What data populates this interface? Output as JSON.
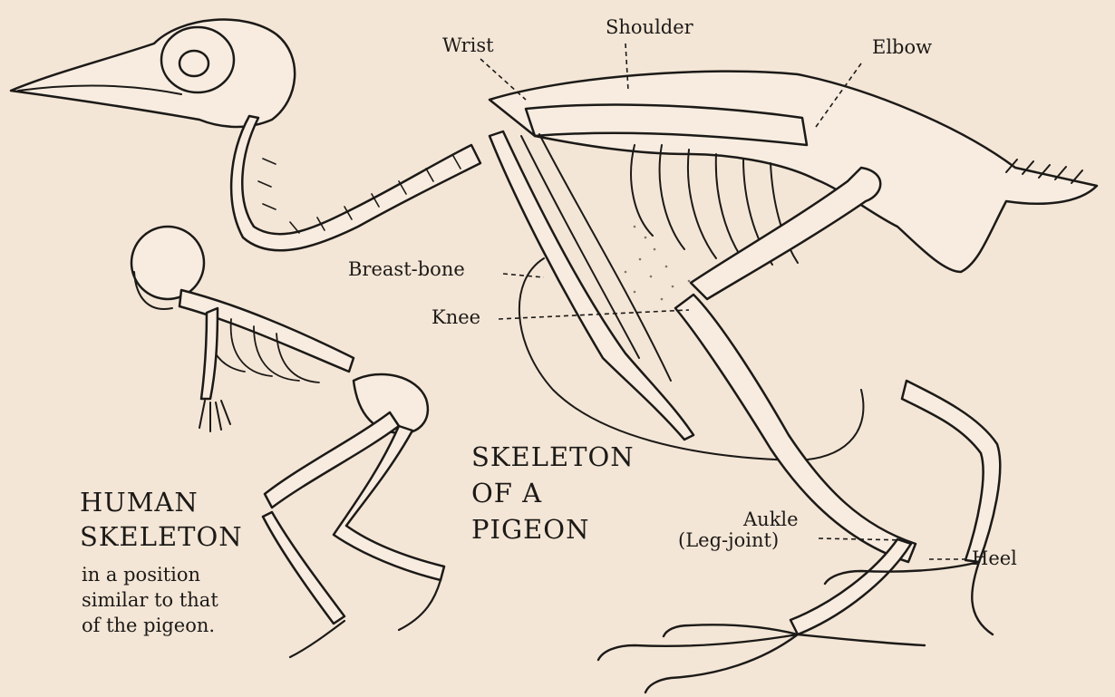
{
  "labels": {
    "wrist": "Wrist",
    "shoulder": "Shoulder",
    "elbow": "Elbow",
    "breast_bone": "Breast-bone",
    "knee": "Knee",
    "ankle_line1": "Aukle",
    "ankle_line2": "(Leg-joint)",
    "heel": "Heel"
  },
  "pigeon_title": [
    "SKELETON",
    "OF A",
    "PIGEON"
  ],
  "human_title": [
    "HUMAN",
    "SKELETON"
  ],
  "human_caption": [
    "in a position",
    "similar to that",
    "of the pigeon."
  ],
  "colors": {
    "paper": "#f4e6d6",
    "ink": "#1c1a18"
  }
}
